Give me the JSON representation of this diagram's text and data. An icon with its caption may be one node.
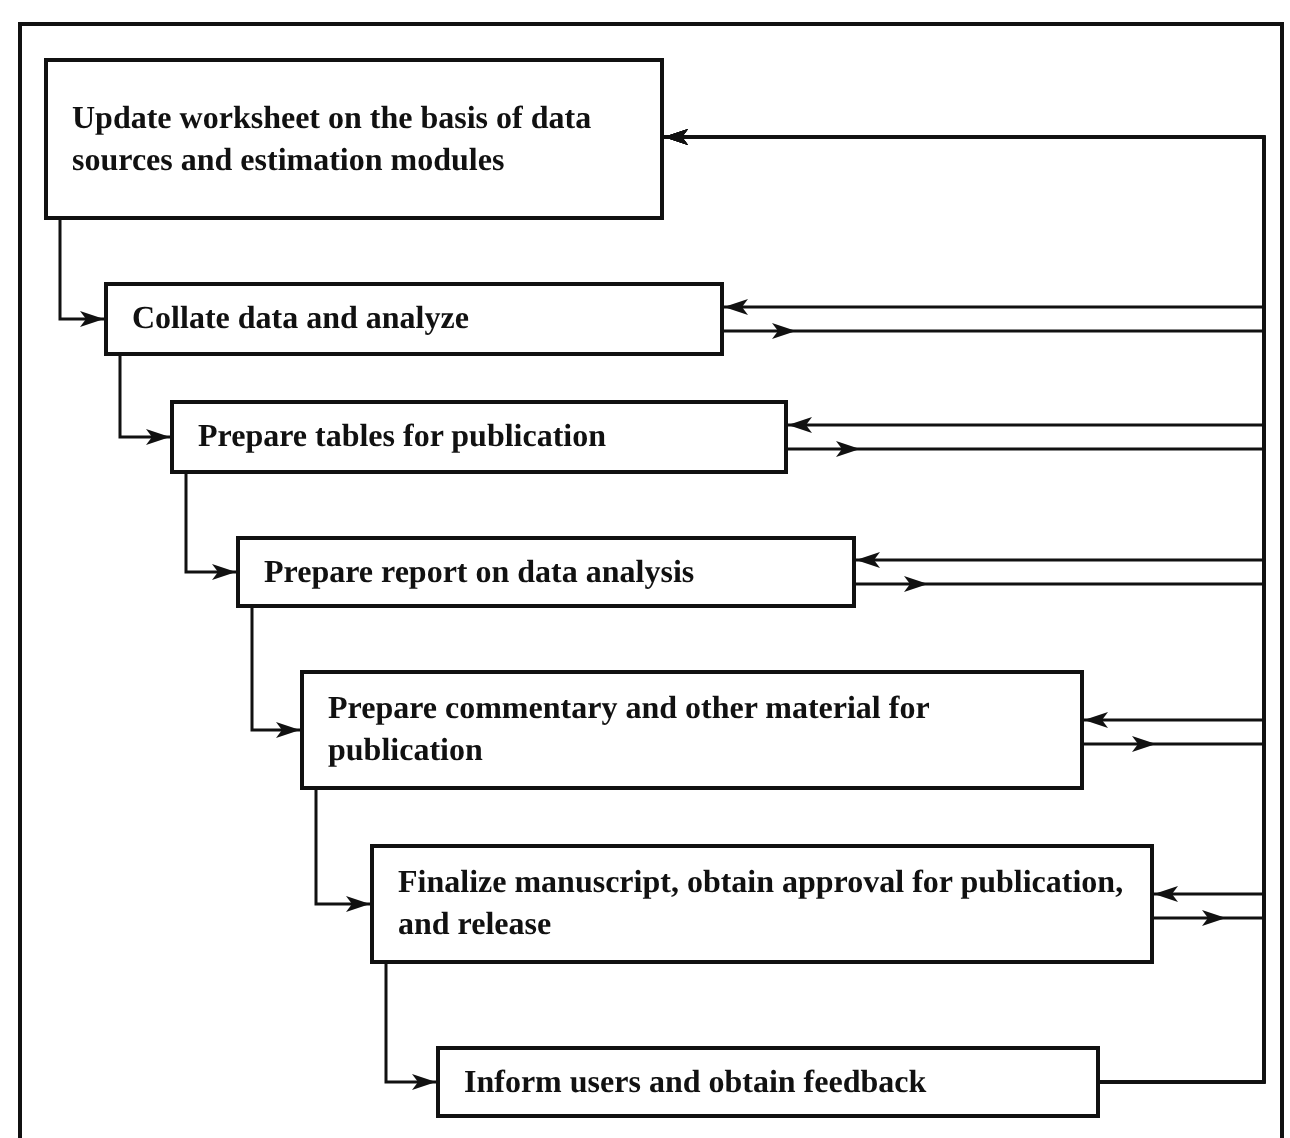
{
  "diagram": {
    "nodes": [
      {
        "text": [
          "Update worksheet on the basis of data sources and estimation modules"
        ]
      },
      {
        "text": [
          "Collate data and analyze"
        ]
      },
      {
        "text": [
          "Prepare tables for publication"
        ]
      },
      {
        "text": [
          "Prepare report on data analysis"
        ]
      },
      {
        "text": [
          "Prepare commentary and other material for publication"
        ]
      },
      {
        "text": [
          "Finalize manuscript, obtain approval for publication, and release"
        ]
      },
      {
        "text": [
          "Inform users and obtain feedback"
        ]
      }
    ],
    "edges": [
      {
        "from": 0,
        "to": 1,
        "arrow": "to"
      },
      {
        "from": 1,
        "to": 2,
        "arrow": "to"
      },
      {
        "from": 2,
        "to": 3,
        "arrow": "to"
      },
      {
        "from": 3,
        "to": 4,
        "arrow": "to"
      },
      {
        "from": 4,
        "to": 5,
        "arrow": "to"
      },
      {
        "from": 5,
        "to": 6,
        "arrow": "to"
      },
      {
        "from": 6,
        "to": 0,
        "arrow": "to"
      },
      {
        "from": 6,
        "to": 1,
        "arrow": "to"
      },
      {
        "from": 6,
        "to": 2,
        "arrow": "to"
      },
      {
        "from": 6,
        "to": 3,
        "arrow": "to"
      },
      {
        "from": 6,
        "to": 4,
        "arrow": "to"
      },
      {
        "from": 6,
        "to": 5,
        "arrow": "to"
      },
      {
        "from": 1,
        "to": 0,
        "arrow": "to"
      },
      {
        "from": 2,
        "to": 0,
        "arrow": "to"
      },
      {
        "from": 3,
        "to": 0,
        "arrow": "to"
      },
      {
        "from": 4,
        "to": 0,
        "arrow": "to"
      },
      {
        "from": 5,
        "to": 0,
        "arrow": "to"
      }
    ]
  }
}
